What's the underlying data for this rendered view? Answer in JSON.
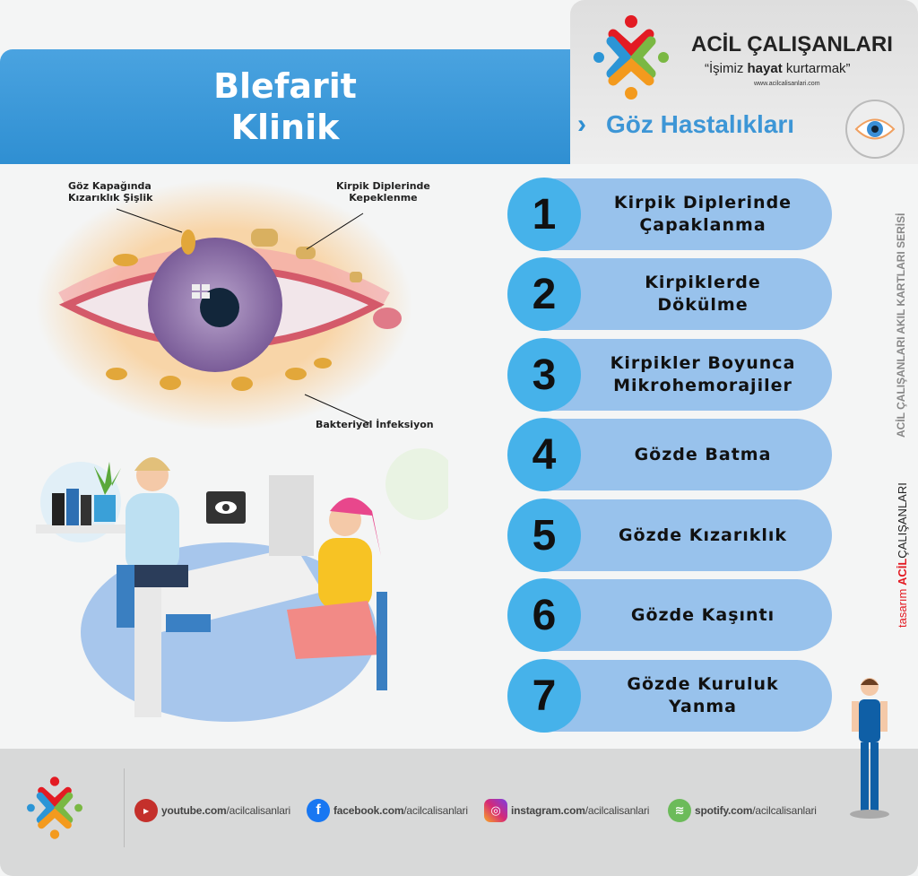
{
  "title": {
    "line1": "Blefarit",
    "line2": "Klinik"
  },
  "brand": {
    "name": "ACİL ÇALIŞANLARI",
    "slogan_pre": "“İşimiz ",
    "slogan_bold": "hayat",
    "slogan_post": " kurtarmak”",
    "url": "www.acilcalisanlari.com",
    "category": "Göz Hastalıkları",
    "category_icon": "eye-icon"
  },
  "eye_labels": {
    "top_left": "Göz Kapağında\nKızarıklık Şişlik",
    "top_right": "Kirpik Diplerinde\nKepeklenme",
    "bottom": "Bakteriyel İnfeksiyon"
  },
  "symptoms": [
    {
      "number": "1",
      "text": "Kirpik Diplerinde\nÇapaklanma"
    },
    {
      "number": "2",
      "text": "Kirpiklerde\nDökülme"
    },
    {
      "number": "3",
      "text": "Kirpikler Boyunca\nMikrohemorajiler"
    },
    {
      "number": "4",
      "text": "Gözde Batma"
    },
    {
      "number": "5",
      "text": "Gözde Kızarıklık"
    },
    {
      "number": "6",
      "text": "Gözde Kaşıntı"
    },
    {
      "number": "7",
      "text": "Gözde Kuruluk\nYanma"
    }
  ],
  "side": {
    "series": "ACİL ÇALIŞANLARI AKIL KARTLARI SERİSİ",
    "design_prefix": "tasarım",
    "design_acil": "ACİL",
    "design_rest": "ÇALIŞANLARI"
  },
  "footer": {
    "social": [
      {
        "icon": "youtube-icon",
        "bold": "youtube.com",
        "rest": "/acilcalisanlari",
        "color": "#c4302b"
      },
      {
        "icon": "facebook-icon",
        "bold": "facebook.com",
        "rest": "/acilcalisanlari",
        "color": "#1877f2"
      },
      {
        "icon": "instagram-icon",
        "bold": "instagram.com",
        "rest": "/acilcalisanlari",
        "color": "#d62976"
      },
      {
        "icon": "spotify-icon",
        "bold": "spotify.com",
        "rest": "/acilcalisanlari",
        "color": "#6cbb5a"
      }
    ]
  },
  "colors": {
    "banner": "#3a96d6",
    "pill": "#98c2ec",
    "circle": "#46b2ea",
    "footer": "#d8d9d9"
  }
}
